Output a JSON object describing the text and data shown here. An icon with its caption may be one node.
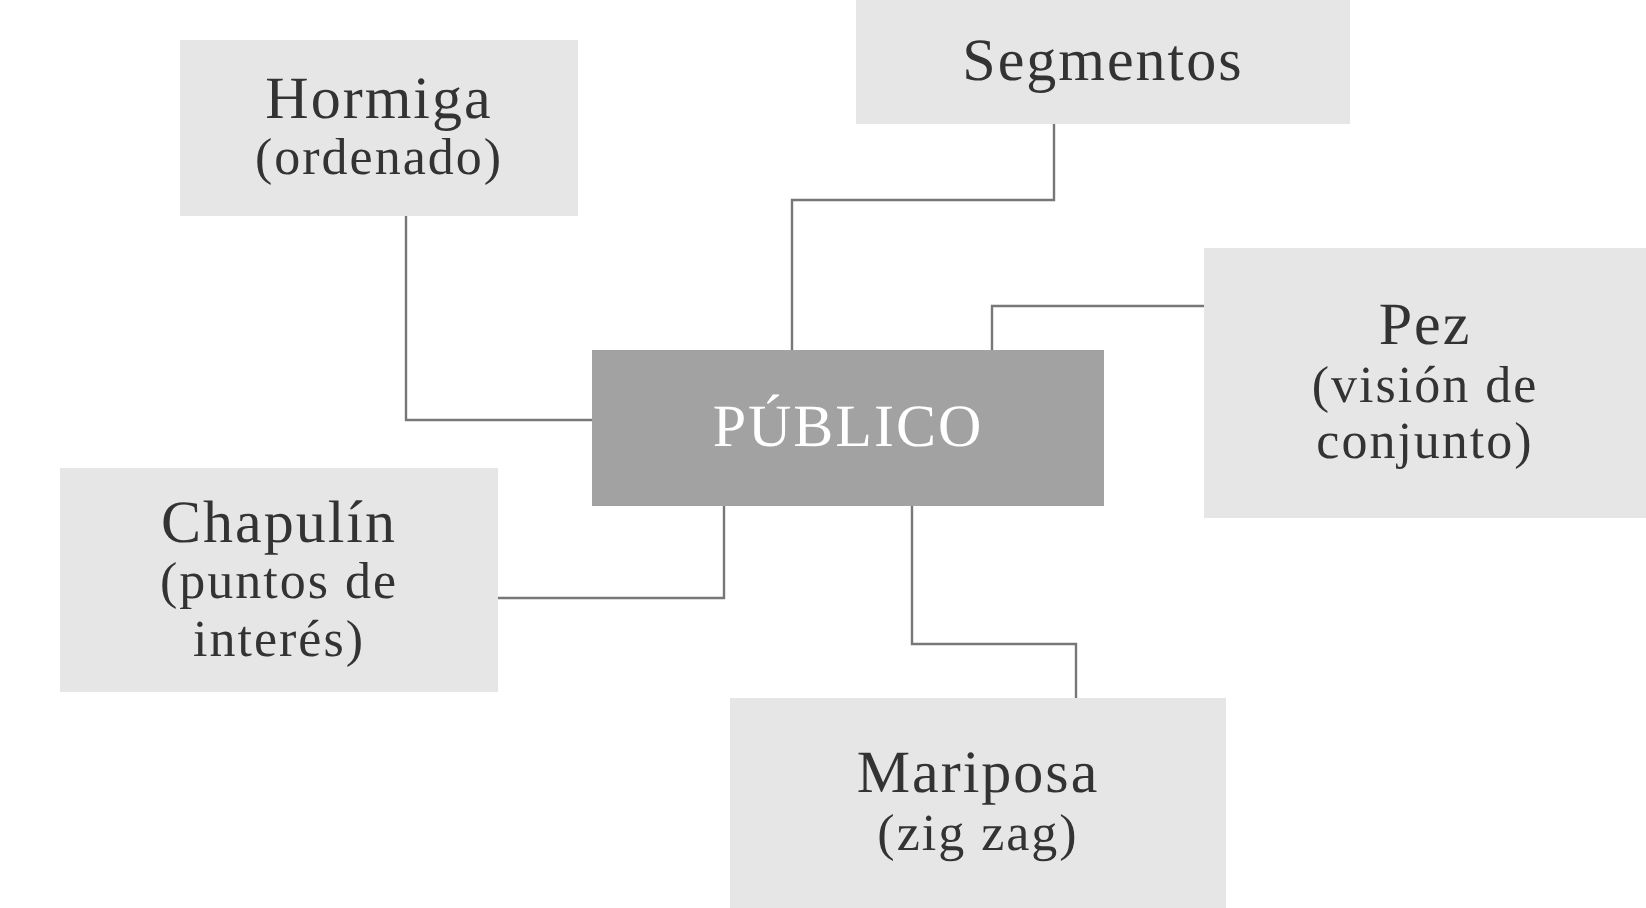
{
  "diagram": {
    "nodes": [
      {
        "text": [
          "Segmentos"
        ]
      },
      {
        "text": [
          "Hormiga",
          "(ordenado)"
        ]
      },
      {
        "text": [
          "Pez",
          "(visión de conjunto)"
        ]
      },
      {
        "text": [
          "PÚBLICO"
        ]
      },
      {
        "text": [
          "Chapulín",
          "(puntos de interés)"
        ]
      },
      {
        "text": [
          "Mariposa",
          "(zig zag)"
        ]
      }
    ],
    "edges": [
      {
        "from": 0,
        "to": 3,
        "arrow": "none"
      },
      {
        "from": 1,
        "to": 3,
        "arrow": "none"
      },
      {
        "from": 2,
        "to": 3,
        "arrow": "none"
      },
      {
        "from": 4,
        "to": 3,
        "arrow": "none"
      },
      {
        "from": 5,
        "to": 3,
        "arrow": "none"
      }
    ]
  }
}
